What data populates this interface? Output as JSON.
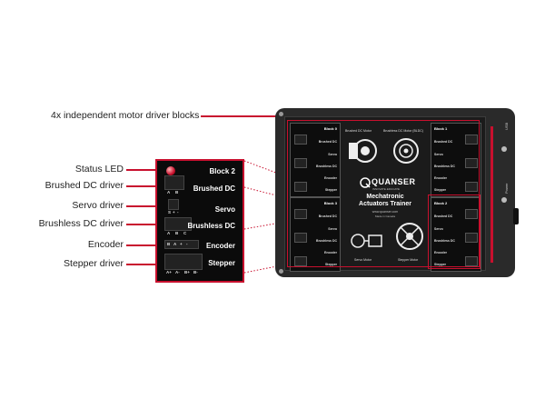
{
  "callouts": {
    "blocks": "4x independent motor driver blocks",
    "status_led": "Status LED",
    "brushed_dc": "Brushed DC driver",
    "servo": "Servo driver",
    "brushless_dc": "Brushless DC driver",
    "encoder": "Encoder",
    "stepper": "Stepper driver"
  },
  "zoom_block": {
    "title": "Block 2",
    "rows": [
      "Brushed DC",
      "Servo",
      "Brushless DC",
      "Encoder",
      "Stepper"
    ],
    "brushed_pins": [
      "A",
      "B"
    ],
    "servo_pins": [
      "S",
      "+",
      "-"
    ],
    "brushless_pins": [
      "A",
      "B",
      "C"
    ],
    "encoder_pins": [
      "B",
      "A",
      "+",
      "-"
    ],
    "stepper_pins": [
      "A+",
      "A-",
      "B+",
      "B-"
    ]
  },
  "device": {
    "brand": "QUANSER",
    "tagline": "INNOVATE·EDUCATE",
    "product_line1": "Mechatronic",
    "product_line2": "Actuators Trainer",
    "url": "www.quanser.com",
    "made_in": "Made in Canada",
    "brushed_label": "Brushed DC Motor",
    "brushless_label": "Brushless DC Motor (BLDC)",
    "servo_label": "Servo Motor",
    "stepper_label": "Stepper Motor",
    "usb_label": "USB",
    "power_label": "Power",
    "blocks": [
      {
        "title": "Block 0",
        "rows": [
          "Brushed DC",
          "Servo",
          "Brushless DC",
          "Encoder",
          "Stepper"
        ]
      },
      {
        "title": "Block 1",
        "rows": [
          "Brushed DC",
          "Servo",
          "Brushless DC",
          "Encoder",
          "Stepper"
        ]
      },
      {
        "title": "Block 3",
        "rows": [
          "Brushed DC",
          "Servo",
          "Brushless DC",
          "Encoder",
          "Stepper"
        ]
      },
      {
        "title": "Block 2",
        "rows": [
          "Brushed DC",
          "Servo",
          "Brushless DC",
          "Encoder",
          "Stepper"
        ]
      }
    ]
  },
  "colors": {
    "accent": "#c8102e",
    "panel": "#0b0b0b",
    "chassis": "#2a2a2a"
  }
}
